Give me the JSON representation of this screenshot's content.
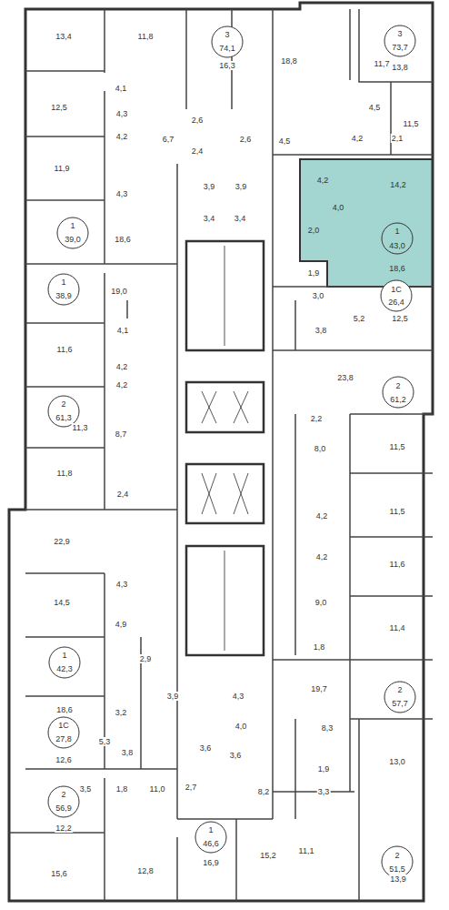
{
  "diagram": {
    "nodes": [
      {
        "text": [
          "4,2",
          "14,2",
          "4,0",
          "2,0",
          "1",
          "43,0",
          "18,6"
        ]
      }
    ],
    "labels": [
      "13,4",
      "11,8",
      "3",
      "74,1",
      "16,3",
      "18,8",
      "11,7",
      "3",
      "73,7",
      "13,8",
      "4,1",
      "12,5",
      "4,3",
      "2,6",
      "2,6",
      "6,7",
      "4,5",
      "11,5",
      "4,2",
      "2,4",
      "4,5",
      "4,2",
      "2,1",
      "11,9",
      "4,3",
      "3,9",
      "3,9",
      "3,4",
      "3,4",
      "1",
      "39,0",
      "18,6",
      "1,9",
      "3,0",
      "1С",
      "26,4",
      "5,2",
      "12,5",
      "1",
      "38,9",
      "19,0",
      "3,8",
      "4,1",
      "11,6",
      "4,2",
      "23,8",
      "2",
      "61,2",
      "4,2",
      "2",
      "61,3",
      "11,3",
      "8,7",
      "2,2",
      "11,5",
      "8,0",
      "11,8",
      "2,4",
      "11,5",
      "22,9",
      "4,2",
      "4,2",
      "11,6",
      "14,5",
      "4,3",
      "4,9",
      "9,0",
      "11,4",
      "1,8",
      "1",
      "42,3",
      "2,9",
      "19,7",
      "2",
      "57,7",
      "18,6",
      "3,9",
      "4,3",
      "3,2",
      "4,0",
      "1С",
      "27,8",
      "8,3",
      "5,3",
      "12,6",
      "3,8",
      "3,6",
      "3,6",
      "13,0",
      "1,9",
      "3,3",
      "2",
      "56,9",
      "3,5",
      "1,8",
      "11,0",
      "2,7",
      "8,2",
      "12,2",
      "1",
      "46,6",
      "11,1",
      "2",
      "51,5",
      "16,9",
      "15,2",
      "15,6",
      "12,8",
      "13,9"
    ]
  }
}
